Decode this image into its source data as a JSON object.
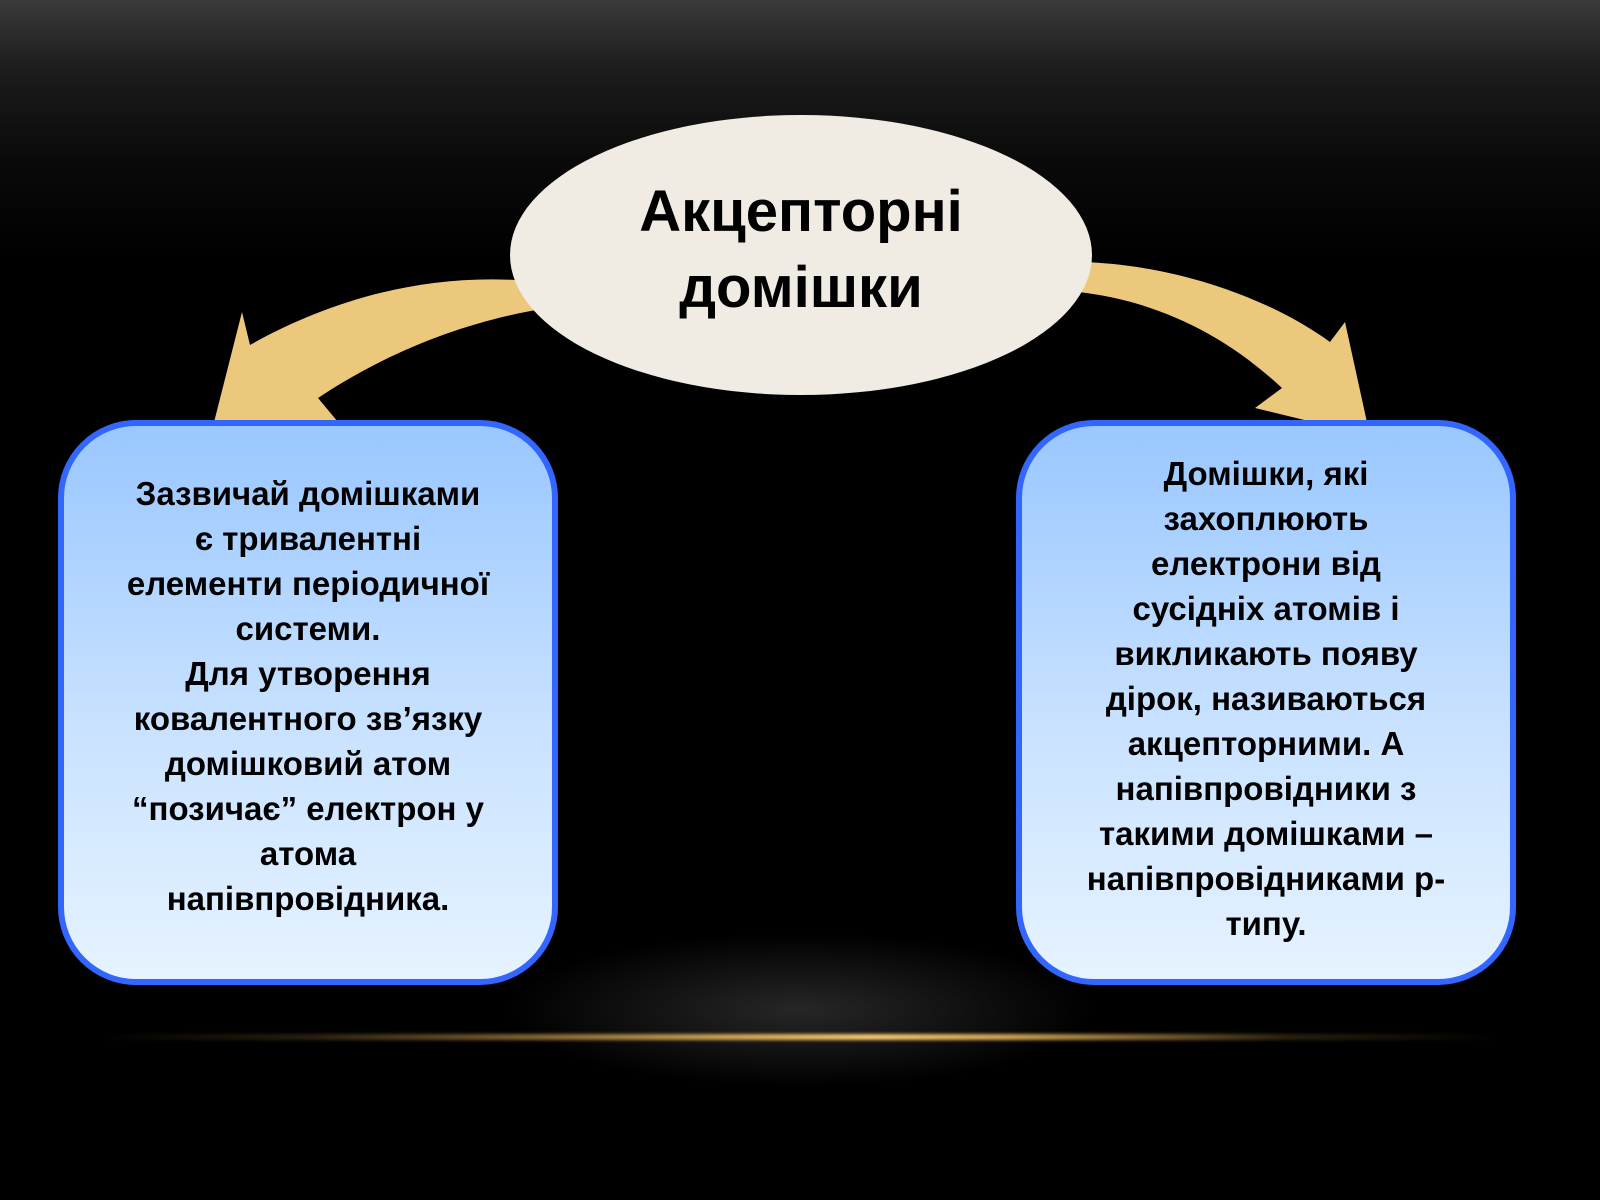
{
  "title": "Акцепторні\nдомішки",
  "left_box": {
    "text": "Зазвичай домішками\nє тривалентні\nелементи періодичної\nсистеми.\nДля утворення\nковалентного зв’язку\nдомішковий атом\n“позичає” електрон у\nатома\nнапівпровідника."
  },
  "right_box": {
    "text": "Домішки, які\nзахоплюють\nелектрони від\nсусідніх атомів і\nвикликають появу\nдірок, називаються\nакцепторними. А\nнапівпровідники з\nтакими домішками –\nнапівпровідниками р-\nтипу."
  },
  "colors": {
    "arrow": "#ecc87d",
    "ellipse": "#f0ebe3",
    "box_border": "#3366ff",
    "box_fill_top": "#99c7ff",
    "box_fill_bottom": "#e6f3ff"
  }
}
